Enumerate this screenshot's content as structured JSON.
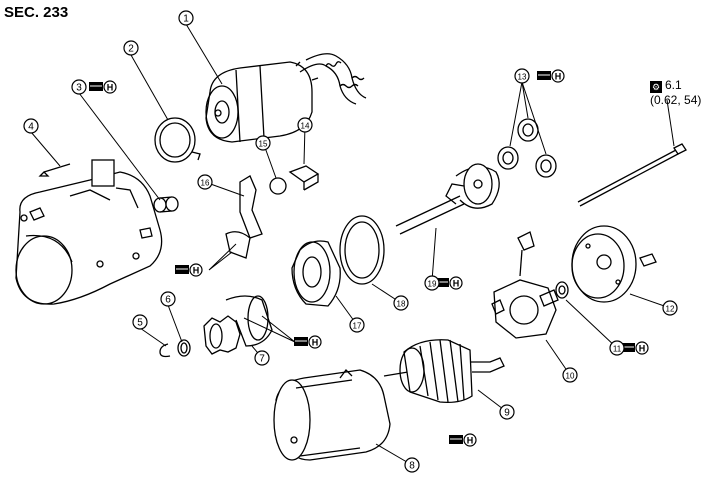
{
  "section_label": "SEC. 233",
  "torque": {
    "icon": "torque-wrench-icon",
    "value": "6.1",
    "alt_units": "(0.62, 54)"
  },
  "lubricant_mark": {
    "icon": "grease-symbol",
    "letter": "H"
  },
  "callouts": [
    {
      "id": "1",
      "text": "1"
    },
    {
      "id": "2",
      "text": "2"
    },
    {
      "id": "3",
      "text": "3"
    },
    {
      "id": "4",
      "text": "4"
    },
    {
      "id": "5",
      "text": "5"
    },
    {
      "id": "6",
      "text": "6"
    },
    {
      "id": "7",
      "text": "7"
    },
    {
      "id": "8",
      "text": "8"
    },
    {
      "id": "9",
      "text": "9"
    },
    {
      "id": "10",
      "text": "10"
    },
    {
      "id": "11",
      "text": "11"
    },
    {
      "id": "12",
      "text": "12"
    },
    {
      "id": "13",
      "text": "13"
    },
    {
      "id": "14",
      "text": "14"
    },
    {
      "id": "15",
      "text": "15"
    },
    {
      "id": "16",
      "text": "16"
    },
    {
      "id": "17",
      "text": "17"
    },
    {
      "id": "18",
      "text": "18"
    },
    {
      "id": "19",
      "text": "19"
    }
  ]
}
